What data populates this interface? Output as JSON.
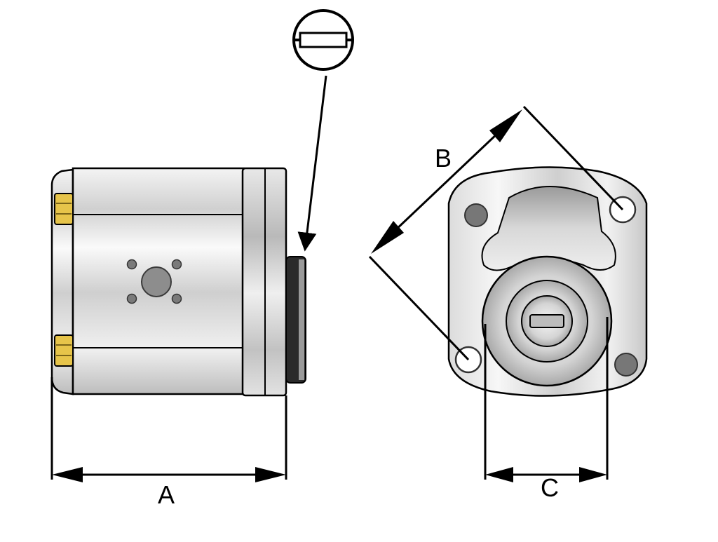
{
  "labels": {
    "dim_a": "A",
    "dim_b": "B",
    "dim_c": "C"
  },
  "icons": {
    "shaft_key_callout": "slotted-shaft-key-icon"
  },
  "colors": {
    "line": "#000000",
    "body_light": "#f2f2f2",
    "body_mid": "#c9c9c9",
    "body_dark": "#8a8a8a",
    "bolt_brass": "#e6c44a",
    "seal_black": "#1a1a1a",
    "hole_gray": "#777777"
  }
}
